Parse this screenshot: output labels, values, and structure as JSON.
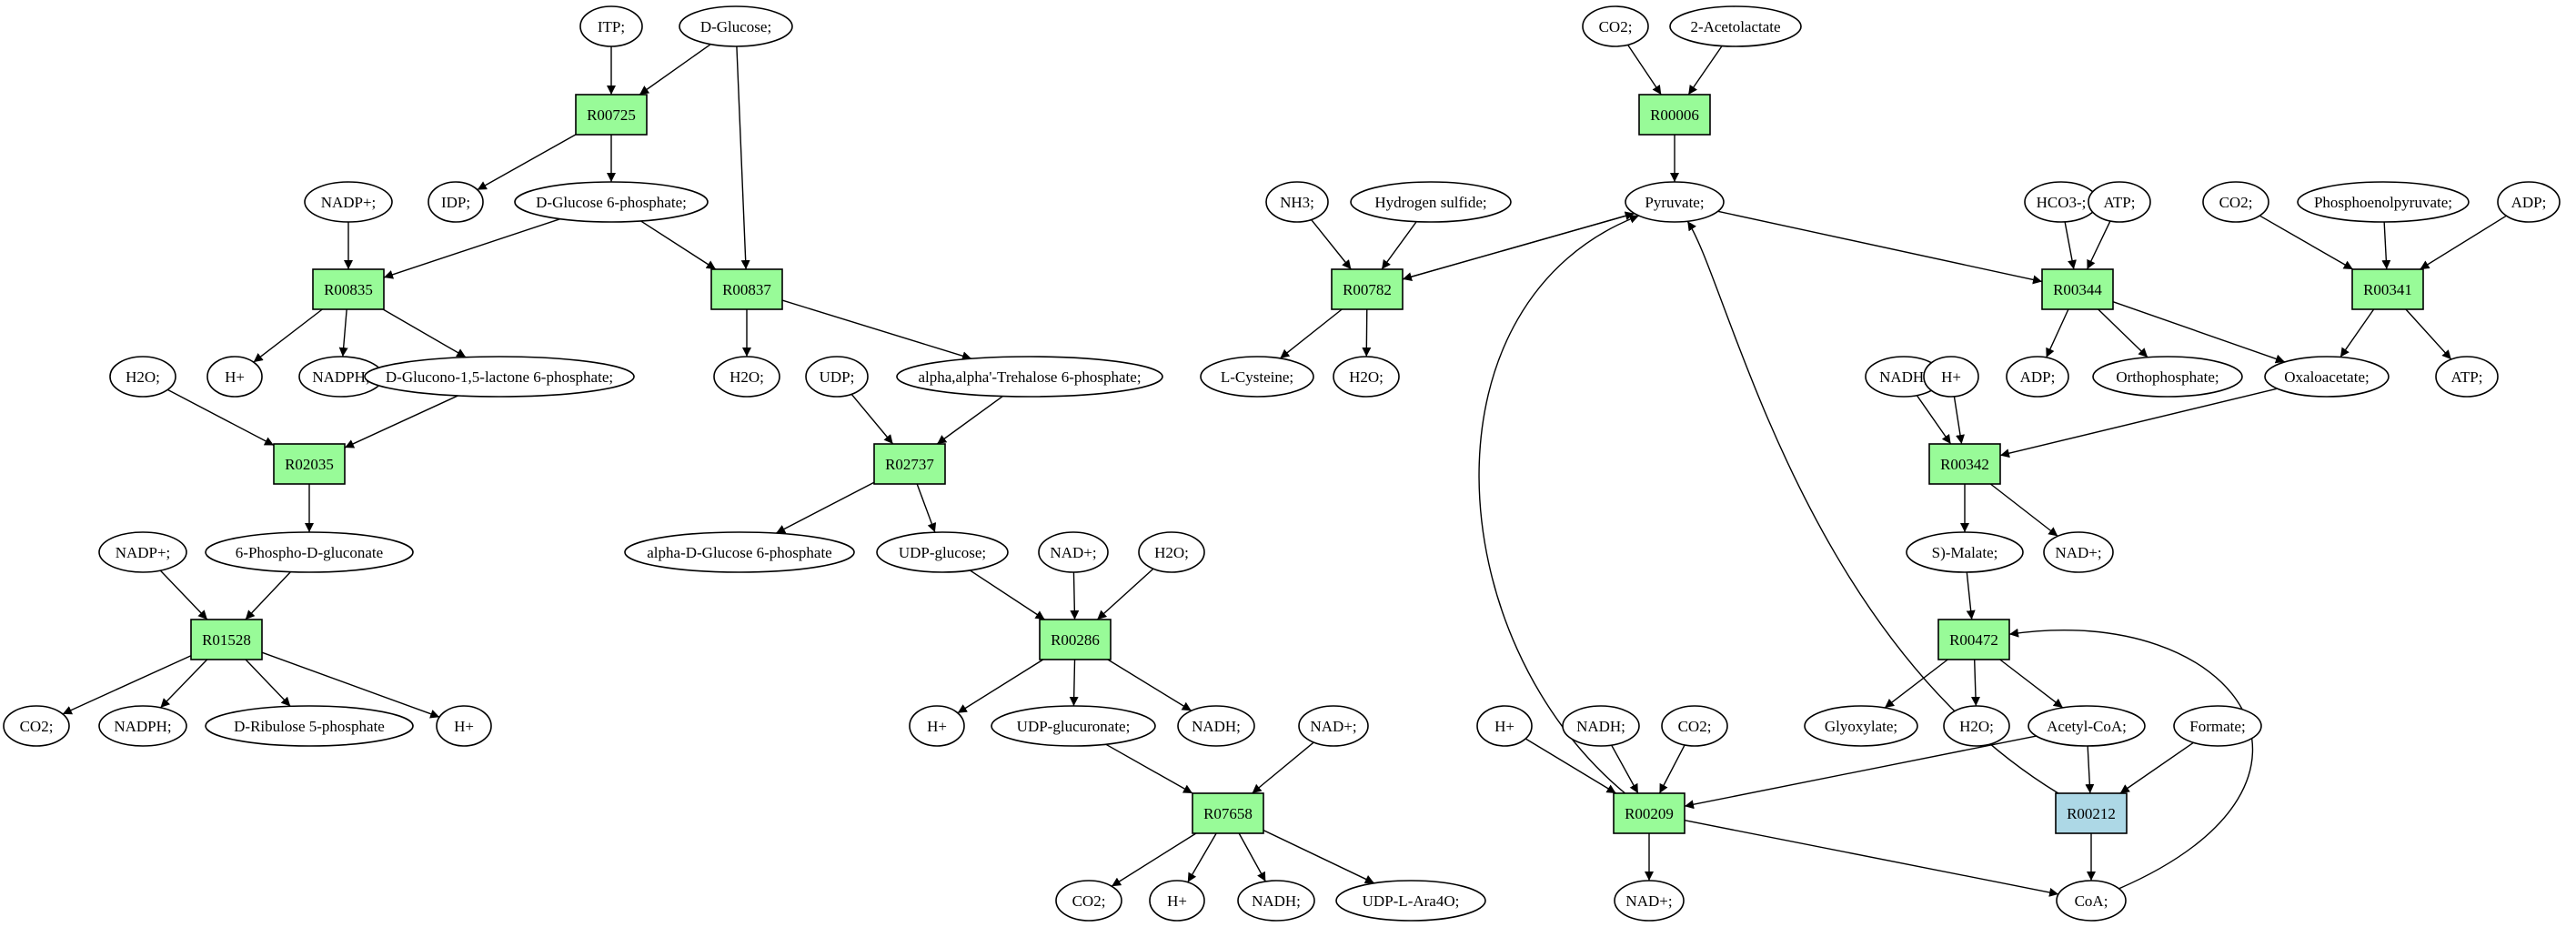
{
  "colors": {
    "reaction": "#98fb98",
    "reaction_alt": "#add8e6",
    "start": "#00ff00",
    "target": "#ffff00",
    "metabolite": "#ffffff"
  },
  "nodes": [
    {
      "id": "m_itp",
      "kind": "metabolite",
      "label": "ITP;"
    },
    {
      "id": "m_dglc",
      "kind": "metabolite",
      "label": "D-Glucose;",
      "color": "start"
    },
    {
      "id": "r_00725",
      "kind": "reaction",
      "label": "R00725"
    },
    {
      "id": "m_idp",
      "kind": "metabolite",
      "label": "IDP;"
    },
    {
      "id": "m_g6p",
      "kind": "metabolite",
      "label": "D-Glucose 6-phosphate;"
    },
    {
      "id": "m_nadp1",
      "kind": "metabolite",
      "label": "NADP+;"
    },
    {
      "id": "r_00835",
      "kind": "reaction",
      "label": "R00835"
    },
    {
      "id": "r_00837",
      "kind": "reaction",
      "label": "R00837"
    },
    {
      "id": "m_h2o_1",
      "kind": "metabolite",
      "label": "H2O;"
    },
    {
      "id": "m_hplus1",
      "kind": "metabolite",
      "label": "H+"
    },
    {
      "id": "m_nadph1",
      "kind": "metabolite",
      "label": "NADPH;"
    },
    {
      "id": "m_glac6p",
      "kind": "metabolite",
      "label": "D-Glucono-1,5-lactone 6-phosphate;"
    },
    {
      "id": "m_h2o_2",
      "kind": "metabolite",
      "label": "H2O;"
    },
    {
      "id": "m_udp",
      "kind": "metabolite",
      "label": "UDP;"
    },
    {
      "id": "m_treh6p",
      "kind": "metabolite",
      "label": "alpha,alpha'-Trehalose 6-phosphate;"
    },
    {
      "id": "r_02035",
      "kind": "reaction",
      "label": "R02035"
    },
    {
      "id": "r_02737",
      "kind": "reaction",
      "label": "R02737"
    },
    {
      "id": "m_nadp2",
      "kind": "metabolite",
      "label": "NADP+;"
    },
    {
      "id": "m_6pg",
      "kind": "metabolite",
      "label": "6-Phospho-D-gluconate"
    },
    {
      "id": "m_ag6p",
      "kind": "metabolite",
      "label": "alpha-D-Glucose 6-phosphate"
    },
    {
      "id": "m_udpglc",
      "kind": "metabolite",
      "label": "UDP-glucose;"
    },
    {
      "id": "m_nad1",
      "kind": "metabolite",
      "label": "NAD+;"
    },
    {
      "id": "m_h2o_3",
      "kind": "metabolite",
      "label": "H2O;"
    },
    {
      "id": "r_01528",
      "kind": "reaction",
      "label": "R01528"
    },
    {
      "id": "r_00286",
      "kind": "reaction",
      "label": "R00286"
    },
    {
      "id": "m_co2_1",
      "kind": "metabolite",
      "label": "CO2;"
    },
    {
      "id": "m_nadph2",
      "kind": "metabolite",
      "label": "NADPH;"
    },
    {
      "id": "m_ru5p",
      "kind": "metabolite",
      "label": "D-Ribulose 5-phosphate"
    },
    {
      "id": "m_hplus2",
      "kind": "metabolite",
      "label": "H+"
    },
    {
      "id": "m_hplus3",
      "kind": "metabolite",
      "label": "H+"
    },
    {
      "id": "m_udpgla",
      "kind": "metabolite",
      "label": "UDP-glucuronate;"
    },
    {
      "id": "m_nadh1",
      "kind": "metabolite",
      "label": "NADH;"
    },
    {
      "id": "m_nad2",
      "kind": "metabolite",
      "label": "NAD+;"
    },
    {
      "id": "r_07658",
      "kind": "reaction",
      "label": "R07658"
    },
    {
      "id": "m_co2_2",
      "kind": "metabolite",
      "label": "CO2;"
    },
    {
      "id": "m_hplus4",
      "kind": "metabolite",
      "label": "H+"
    },
    {
      "id": "m_nadh2",
      "kind": "metabolite",
      "label": "NADH;"
    },
    {
      "id": "m_udpara",
      "kind": "metabolite",
      "label": "UDP-L-Ara4O;"
    },
    {
      "id": "m_co2_3",
      "kind": "metabolite",
      "label": "CO2;"
    },
    {
      "id": "m_acetolac",
      "kind": "metabolite",
      "label": "2-Acetolactate"
    },
    {
      "id": "r_00006",
      "kind": "reaction",
      "label": "R00006"
    },
    {
      "id": "m_pyr",
      "kind": "metabolite",
      "label": "Pyruvate;"
    },
    {
      "id": "m_nh3",
      "kind": "metabolite",
      "label": "NH3;"
    },
    {
      "id": "m_h2s",
      "kind": "metabolite",
      "label": "Hydrogen sulfide;"
    },
    {
      "id": "r_00782",
      "kind": "reaction",
      "label": "R00782"
    },
    {
      "id": "m_cys",
      "kind": "metabolite",
      "label": "L-Cysteine;",
      "color": "target"
    },
    {
      "id": "m_h2o_4",
      "kind": "metabolite",
      "label": "H2O;"
    },
    {
      "id": "m_hco3",
      "kind": "metabolite",
      "label": "HCO3-;"
    },
    {
      "id": "m_atp1",
      "kind": "metabolite",
      "label": "ATP;"
    },
    {
      "id": "r_00344",
      "kind": "reaction",
      "label": "R00344"
    },
    {
      "id": "m_adp1",
      "kind": "metabolite",
      "label": "ADP;"
    },
    {
      "id": "m_pi",
      "kind": "metabolite",
      "label": "Orthophosphate;"
    },
    {
      "id": "m_co2_4",
      "kind": "metabolite",
      "label": "CO2;"
    },
    {
      "id": "m_pep",
      "kind": "metabolite",
      "label": "Phosphoenolpyruvate;"
    },
    {
      "id": "m_adp2",
      "kind": "metabolite",
      "label": "ADP;"
    },
    {
      "id": "r_00341",
      "kind": "reaction",
      "label": "R00341"
    },
    {
      "id": "m_oaa",
      "kind": "metabolite",
      "label": "Oxaloacetate;"
    },
    {
      "id": "m_atp2",
      "kind": "metabolite",
      "label": "ATP;"
    },
    {
      "id": "m_nadh3",
      "kind": "metabolite",
      "label": "NADH;"
    },
    {
      "id": "m_hplus5",
      "kind": "metabolite",
      "label": "H+"
    },
    {
      "id": "r_00342",
      "kind": "reaction",
      "label": "R00342"
    },
    {
      "id": "m_mal",
      "kind": "metabolite",
      "label": "S)-Malate;"
    },
    {
      "id": "m_nad3",
      "kind": "metabolite",
      "label": "NAD+;"
    },
    {
      "id": "r_00472",
      "kind": "reaction",
      "label": "R00472"
    },
    {
      "id": "m_glyox",
      "kind": "metabolite",
      "label": "Glyoxylate;"
    },
    {
      "id": "m_h2o_5",
      "kind": "metabolite",
      "label": "H2O;"
    },
    {
      "id": "m_accoa",
      "kind": "metabolite",
      "label": "Acetyl-CoA;"
    },
    {
      "id": "m_formate",
      "kind": "metabolite",
      "label": "Formate;"
    },
    {
      "id": "m_hplus6",
      "kind": "metabolite",
      "label": "H+"
    },
    {
      "id": "m_nadh4",
      "kind": "metabolite",
      "label": "NADH;"
    },
    {
      "id": "m_co2_5",
      "kind": "metabolite",
      "label": "CO2;"
    },
    {
      "id": "r_00209",
      "kind": "reaction",
      "label": "R00209"
    },
    {
      "id": "r_00212",
      "kind": "reaction",
      "label": "R00212",
      "color": "reaction_alt"
    },
    {
      "id": "m_nad4",
      "kind": "metabolite",
      "label": "NAD+;"
    },
    {
      "id": "m_coa",
      "kind": "metabolite",
      "label": "CoA;"
    }
  ],
  "edges": [
    [
      "m_itp",
      "r_00725"
    ],
    [
      "m_dglc",
      "r_00725"
    ],
    [
      "m_dglc",
      "r_00837"
    ],
    [
      "r_00725",
      "m_idp"
    ],
    [
      "r_00725",
      "m_g6p"
    ],
    [
      "m_nadp1",
      "r_00835"
    ],
    [
      "m_g6p",
      "r_00835"
    ],
    [
      "m_g6p",
      "r_00837"
    ],
    [
      "r_00835",
      "m_hplus1"
    ],
    [
      "r_00835",
      "m_nadph1"
    ],
    [
      "r_00835",
      "m_glac6p"
    ],
    [
      "r_00837",
      "m_h2o_2"
    ],
    [
      "r_00837",
      "m_treh6p"
    ],
    [
      "m_h2o_1",
      "r_02035"
    ],
    [
      "m_glac6p",
      "r_02035"
    ],
    [
      "r_02035",
      "m_6pg"
    ],
    [
      "m_udp",
      "r_02737"
    ],
    [
      "m_treh6p",
      "r_02737"
    ],
    [
      "r_02737",
      "m_ag6p"
    ],
    [
      "r_02737",
      "m_udpglc"
    ],
    [
      "m_nadp2",
      "r_01528"
    ],
    [
      "m_6pg",
      "r_01528"
    ],
    [
      "r_01528",
      "m_co2_1"
    ],
    [
      "r_01528",
      "m_nadph2"
    ],
    [
      "r_01528",
      "m_ru5p"
    ],
    [
      "r_01528",
      "m_hplus2"
    ],
    [
      "m_udpglc",
      "r_00286"
    ],
    [
      "m_nad1",
      "r_00286"
    ],
    [
      "m_h2o_3",
      "r_00286"
    ],
    [
      "r_00286",
      "m_hplus3"
    ],
    [
      "r_00286",
      "m_udpgla"
    ],
    [
      "r_00286",
      "m_nadh1"
    ],
    [
      "m_udpgla",
      "r_07658"
    ],
    [
      "m_nad2",
      "r_07658"
    ],
    [
      "r_07658",
      "m_co2_2"
    ],
    [
      "r_07658",
      "m_hplus4"
    ],
    [
      "r_07658",
      "m_nadh2"
    ],
    [
      "r_07658",
      "m_udpara"
    ],
    [
      "m_co2_3",
      "r_00006"
    ],
    [
      "m_acetolac",
      "r_00006"
    ],
    [
      "r_00006",
      "m_pyr"
    ],
    [
      "m_nh3",
      "r_00782"
    ],
    [
      "m_h2s",
      "r_00782"
    ],
    [
      "m_pyr",
      "r_00782"
    ],
    [
      "r_00782",
      "m_pyr"
    ],
    [
      "r_00782",
      "m_cys"
    ],
    [
      "r_00782",
      "m_h2o_4"
    ],
    [
      "m_pyr",
      "r_00344"
    ],
    [
      "m_hco3",
      "r_00344"
    ],
    [
      "m_atp1",
      "r_00344"
    ],
    [
      "r_00344",
      "m_adp1"
    ],
    [
      "r_00344",
      "m_pi"
    ],
    [
      "r_00344",
      "m_oaa"
    ],
    [
      "m_co2_4",
      "r_00341"
    ],
    [
      "m_pep",
      "r_00341"
    ],
    [
      "m_adp2",
      "r_00341"
    ],
    [
      "r_00341",
      "m_oaa"
    ],
    [
      "r_00341",
      "m_atp2"
    ],
    [
      "m_nadh3",
      "r_00342"
    ],
    [
      "m_hplus5",
      "r_00342"
    ],
    [
      "m_oaa",
      "r_00342"
    ],
    [
      "r_00342",
      "m_mal"
    ],
    [
      "r_00342",
      "m_nad3"
    ],
    [
      "m_mal",
      "r_00472"
    ],
    [
      "r_00472",
      "m_glyox"
    ],
    [
      "r_00472",
      "m_h2o_5"
    ],
    [
      "r_00472",
      "m_accoa"
    ],
    [
      "m_accoa",
      "r_00212"
    ],
    [
      "m_formate",
      "r_00212"
    ],
    [
      "r_00212",
      "m_coa"
    ],
    [
      "r_00212",
      "m_pyr"
    ],
    [
      "m_coa",
      "r_00472"
    ],
    [
      "m_hplus6",
      "r_00209"
    ],
    [
      "m_nadh4",
      "r_00209"
    ],
    [
      "m_co2_5",
      "r_00209"
    ],
    [
      "m_accoa",
      "r_00209"
    ],
    [
      "r_00209",
      "m_nad4"
    ],
    [
      "r_00209",
      "m_coa"
    ],
    [
      "r_00209",
      "m_pyr"
    ]
  ]
}
